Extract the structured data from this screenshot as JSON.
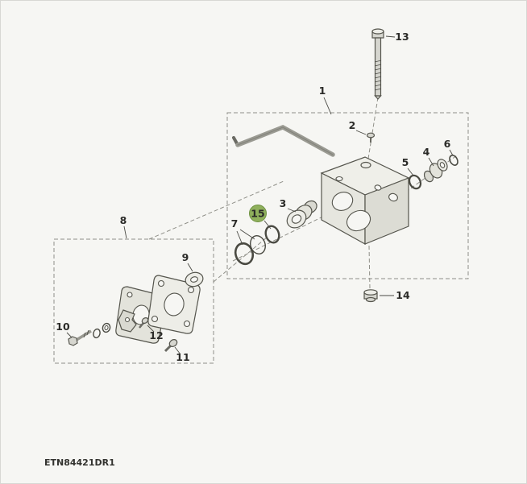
{
  "diagram": {
    "drawing_number": "ETN84421DR1",
    "highlight_color": "#8fb05c",
    "highlight_stroke": "#6e9140",
    "highlight_text_color": "#ffffff",
    "callouts": [
      {
        "label": "1",
        "highlighted": false
      },
      {
        "label": "2",
        "highlighted": false
      },
      {
        "label": "3",
        "highlighted": false
      },
      {
        "label": "4",
        "highlighted": false
      },
      {
        "label": "5",
        "highlighted": false
      },
      {
        "label": "6",
        "highlighted": false
      },
      {
        "label": "7",
        "highlighted": false
      },
      {
        "label": "8",
        "highlighted": false
      },
      {
        "label": "9",
        "highlighted": false
      },
      {
        "label": "10",
        "highlighted": false
      },
      {
        "label": "11",
        "highlighted": false
      },
      {
        "label": "12",
        "highlighted": false
      },
      {
        "label": "13",
        "highlighted": false
      },
      {
        "label": "14",
        "highlighted": false
      },
      {
        "label": "15",
        "highlighted": true
      }
    ]
  }
}
